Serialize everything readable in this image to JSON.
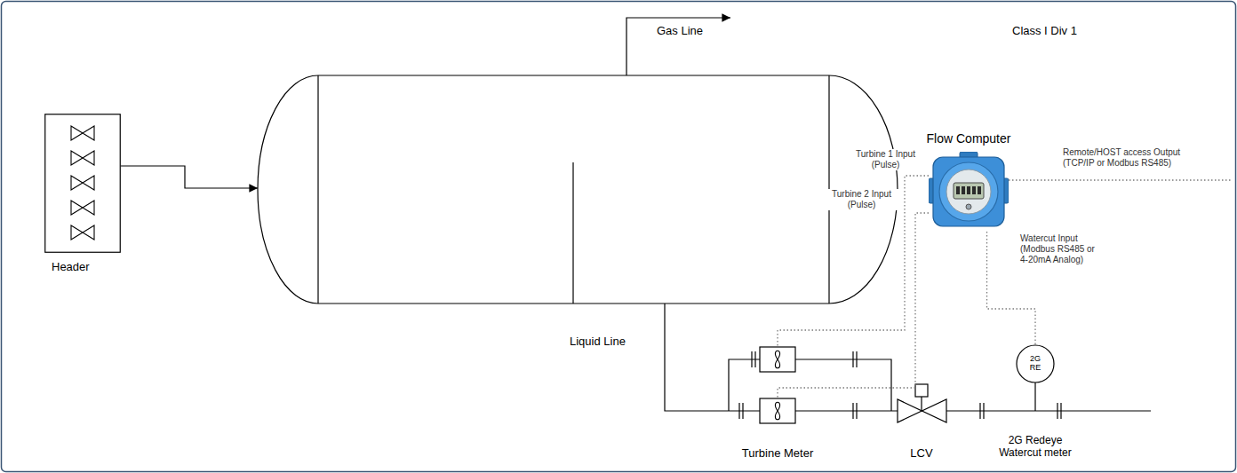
{
  "diagram": {
    "nodes": [
      {
        "text": [
          "Header"
        ]
      },
      {
        "text": [
          "Flow Computer"
        ]
      },
      {
        "text": [
          "2G RE"
        ]
      }
    ],
    "edges": [
      {
        "from": 2,
        "to": 1,
        "arrow": "none"
      }
    ],
    "labels": [
      "Gas Line",
      "Class I Div 1",
      "Liquid Line",
      "Turbine Meter",
      "LCV",
      "2G Redeye Watercut meter",
      "Turbine 1 Input (Pulse)",
      "Turbine 2 Input (Pulse)",
      "Remote/HOST access Output (TCP/IP or Modbus RS485)",
      "Watercut Input (Modbus RS485 or 4-20mA Analog)"
    ]
  }
}
